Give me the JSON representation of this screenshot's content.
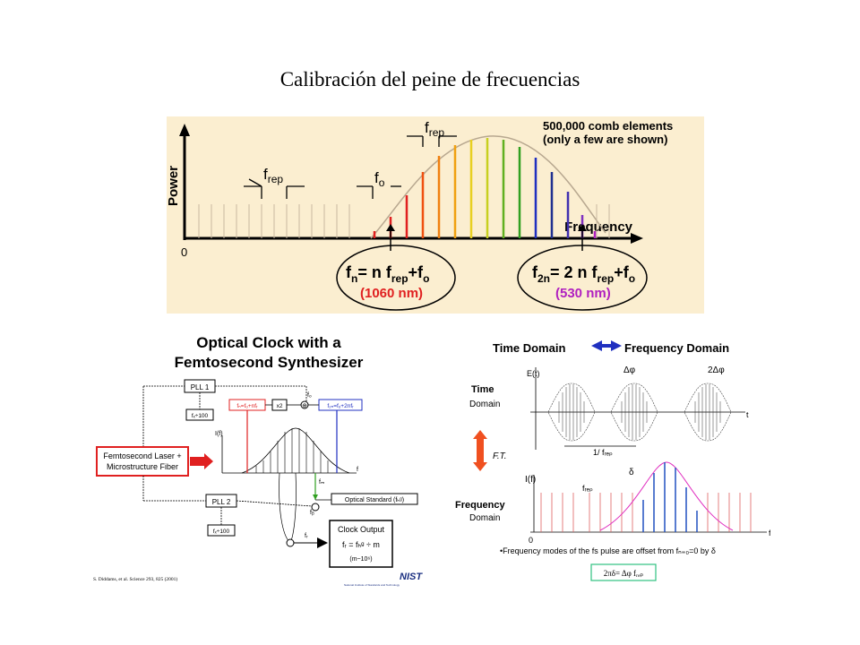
{
  "title": "Calibración del peine de frecuencias",
  "comb_panel": {
    "note_line1": "500,000  comb  elements",
    "note_line2": "(only  a  few  are  shown)",
    "y_label": "Power",
    "x_label": "Frequency",
    "origin": "0",
    "frep_label": "f",
    "frep_sub": "rep",
    "fo_label": "f",
    "fo_sub": "o",
    "eq1_fn": "f",
    "eq1_n": "n",
    "eq1_rhs": "= n f",
    "eq1_rep": "rep",
    "eq1_plus": "+f",
    "eq1_o": "o",
    "eq1_nm": "(1060  nm)",
    "eq2_f": "f",
    "eq2_2n": "2n",
    "eq2_rhs": "= 2 n f",
    "eq2_rep": "rep",
    "eq2_plus": "+f",
    "eq2_o": "o",
    "eq2_nm": "(530  nm)",
    "colors": {
      "background": "#fbeed0",
      "red": "#e02020",
      "orange": "#f08010",
      "green": "#30a020",
      "blue": "#2030c0",
      "violet": "#b020c0"
    }
  },
  "clock_panel": {
    "title_line1": "Optical Clock with a",
    "title_line2": "Femtosecond Synthesizer",
    "pll1": "PLL 1",
    "pll2": "PLL 2",
    "div1": "fₓ÷100",
    "div2": "fₓ÷100",
    "laser_line1": "Femtosecond Laser +",
    "laser_line2": "Microstructure Fiber",
    "box_red": "fₙ=fₒ+nfᵣ",
    "box_x2": "x2",
    "box_blue": "f₂ₙ=fₒ+2nfᵣ",
    "fo": "fₒ",
    "If": "I(f)",
    "f": "f",
    "fm": "fₘ",
    "fb": "fᵦ",
    "fr": "fᵣ",
    "optical_standard": "Optical Standard (fₕᵍ)",
    "clock_output": "Clock Output",
    "clock_formula": "fᵣ = fₕᵍ ÷ m",
    "clock_m": "(m~10⁶)",
    "citation": "S. Diddams, et al. Science 293, 825 (2001)",
    "nist": "NIST",
    "nist_sub": "National Institute of Standards and Technology"
  },
  "domain_panel": {
    "header_left": "Time Domain",
    "header_right": "Frequency Domain",
    "time_label": "Time",
    "time_domain": "Domain",
    "Et": "E(t)",
    "t": "t",
    "delta_phi": "Δφ",
    "two_delta_phi": "2Δφ",
    "period": "1/ fᵣₑₚ",
    "ft": "F.T.",
    "freq_label": "Frequency",
    "freq_domain": "Domain",
    "If": "I(f)",
    "frep": "fᵣₑₚ",
    "delta": "δ",
    "zero": "0",
    "f": "f",
    "note": "•Frequency modes of the fs pulse are offset from fₙ₌₀=0 by δ",
    "eq": "2πδ= Δφ fᵣₑₚ"
  }
}
